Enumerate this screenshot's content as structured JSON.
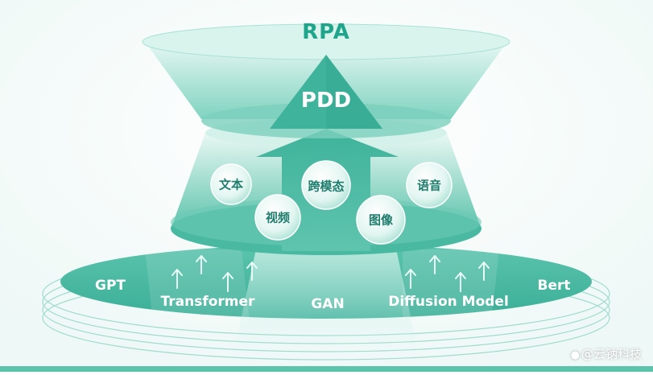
{
  "diagram": {
    "top_label": "RPA",
    "middle_label": "PDD",
    "bubbles": [
      "文本",
      "跨模态",
      "语音",
      "视频",
      "图像"
    ],
    "base_labels": [
      "GPT",
      "Transformer",
      "GAN",
      "Diffusion Model",
      "Bert"
    ]
  },
  "watermark": {
    "icon": "paw-icon",
    "text": "@云钠科技"
  },
  "colors": {
    "teal_dark": "#38b49c",
    "teal_mid": "#7fd3c0",
    "teal_light": "#c9eee6",
    "label_teal": "#1fa58b",
    "bubble_text": "#1f7d6e"
  }
}
